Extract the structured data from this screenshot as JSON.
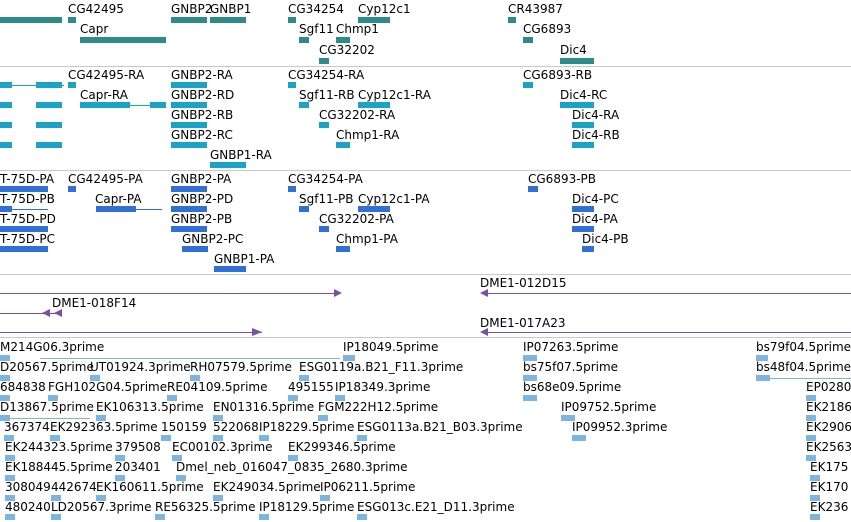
{
  "colors": {
    "gene": "#2e8b8b",
    "mrna": "#1aa3c7",
    "protein": "#2f6fd6",
    "bac": "#7b4fa6",
    "est": "#7fb3e0",
    "divider": "#c9c9c9"
  },
  "tracks": {
    "genes": {
      "labels": [
        {
          "text": "CG42495"
        },
        {
          "text": "GNBP2"
        },
        {
          "text": "GNBP1"
        },
        {
          "text": "CG34254"
        },
        {
          "text": "Cyp12c1"
        },
        {
          "text": "CR43987"
        },
        {
          "text": "Capr"
        },
        {
          "text": "Sgf11"
        },
        {
          "text": "Chmp1"
        },
        {
          "text": "CG6893"
        },
        {
          "text": "CG32202"
        },
        {
          "text": "Dic4"
        }
      ]
    },
    "mrna": {
      "labels": [
        {
          "text": "CG42495-RA"
        },
        {
          "text": "GNBP2-RA"
        },
        {
          "text": "CG34254-RA"
        },
        {
          "text": "CG6893-RB"
        },
        {
          "text": "Capr-RA"
        },
        {
          "text": "GNBP2-RD"
        },
        {
          "text": "Sgf11-RB"
        },
        {
          "text": "Cyp12c1-RA"
        },
        {
          "text": "Dic4-RC"
        },
        {
          "text": "GNBP2-RB"
        },
        {
          "text": "CG32202-RA"
        },
        {
          "text": "Dic4-RA"
        },
        {
          "text": "GNBP2-RC"
        },
        {
          "text": "Chmp1-RA"
        },
        {
          "text": "Dic4-RB"
        },
        {
          "text": "GNBP1-RA"
        }
      ]
    },
    "proteins": {
      "labels": [
        {
          "text": "T-75D-PA"
        },
        {
          "text": "CG42495-PA"
        },
        {
          "text": "GNBP2-PA"
        },
        {
          "text": "CG34254-PA"
        },
        {
          "text": "CG6893-PB"
        },
        {
          "text": "T-75D-PB"
        },
        {
          "text": "Capr-PA"
        },
        {
          "text": "GNBP2-PD"
        },
        {
          "text": "Sgf11-PB"
        },
        {
          "text": "Cyp12c1-PA"
        },
        {
          "text": "Dic4-PC"
        },
        {
          "text": "T-75D-PD"
        },
        {
          "text": "GNBP2-PB"
        },
        {
          "text": "CG32202-PA"
        },
        {
          "text": "Dic4-PA"
        },
        {
          "text": "T-75D-PC"
        },
        {
          "text": "GNBP2-PC"
        },
        {
          "text": "Chmp1-PA"
        },
        {
          "text": "Dic4-PB"
        },
        {
          "text": "GNBP1-PA"
        }
      ]
    },
    "bacs": {
      "labels": [
        {
          "text": "DME1-012D15"
        },
        {
          "text": "DME1-018F14"
        },
        {
          "text": "DME1-017A23"
        }
      ]
    },
    "ests": {
      "labels": [
        {
          "text": "M214G06.3prime"
        },
        {
          "text": "IP18049.5prime"
        },
        {
          "text": "IP07263.5prime"
        },
        {
          "text": "bs79f04.5prime"
        },
        {
          "text": "D20567.5prime"
        },
        {
          "text": "UT01924.3prime"
        },
        {
          "text": "RH07579.5prime"
        },
        {
          "text": "ESG0119a.B21_F11.3prime"
        },
        {
          "text": "bs75f07.5prime"
        },
        {
          "text": "bs48f04.5prime"
        },
        {
          "text": "684838"
        },
        {
          "text": "FGH102G04.5prime"
        },
        {
          "text": "RE04109.5prime"
        },
        {
          "text": "495155"
        },
        {
          "text": "IP18349.3prime"
        },
        {
          "text": "bs68e09.5prime"
        },
        {
          "text": "EP0280"
        },
        {
          "text": "D13867.5prime"
        },
        {
          "text": "EK106313.5prime"
        },
        {
          "text": "EN01316.5prime"
        },
        {
          "text": "FGM222H12.5prime"
        },
        {
          "text": "IP09752.5prime"
        },
        {
          "text": "EK2186"
        },
        {
          "text": "367374"
        },
        {
          "text": "EK292363.5prime"
        },
        {
          "text": "150159"
        },
        {
          "text": "522068"
        },
        {
          "text": "IP18229.5prime"
        },
        {
          "text": "ESG0113a.B21_B03.3prime"
        },
        {
          "text": "IP09952.3prime"
        },
        {
          "text": "EK2906"
        },
        {
          "text": "EK244323.5prime"
        },
        {
          "text": "379508"
        },
        {
          "text": "EC00102.3prime"
        },
        {
          "text": "EK299346.5prime"
        },
        {
          "text": "EK2563"
        },
        {
          "text": "EK188445.5prime"
        },
        {
          "text": "203401"
        },
        {
          "text": "Dmel_neb_016047_0835_2680.3prime"
        },
        {
          "text": "EK175"
        },
        {
          "text": "308049"
        },
        {
          "text": "442674"
        },
        {
          "text": "EK160611.5prime"
        },
        {
          "text": "EK249034.5prime"
        },
        {
          "text": "IP06211.5prime"
        },
        {
          "text": "EK170"
        },
        {
          "text": "480240"
        },
        {
          "text": "LD20567.3prime"
        },
        {
          "text": "RE56325.5prime"
        },
        {
          "text": "IP18129.5prime"
        },
        {
          "text": "ESG013c.E21_D11.3prime"
        },
        {
          "text": "EK236"
        }
      ]
    }
  }
}
